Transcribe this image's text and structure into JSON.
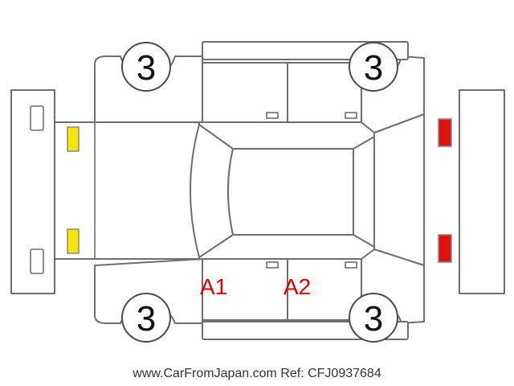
{
  "panel_scores": {
    "front_left_fender": "3",
    "rear_left_fender": "3",
    "front_right_fender": "3",
    "rear_right_fender": "3"
  },
  "damage_codes": {
    "right_front_door": "A1",
    "right_rear_door": "A2"
  },
  "colors": {
    "outline": "#6e6e6e",
    "headlight": "#f5e600",
    "taillight": "#e01010",
    "code_text": "#e00000"
  },
  "footer": {
    "watermark": "www.CarFromJapan.com Ref: CFJ0937684"
  }
}
